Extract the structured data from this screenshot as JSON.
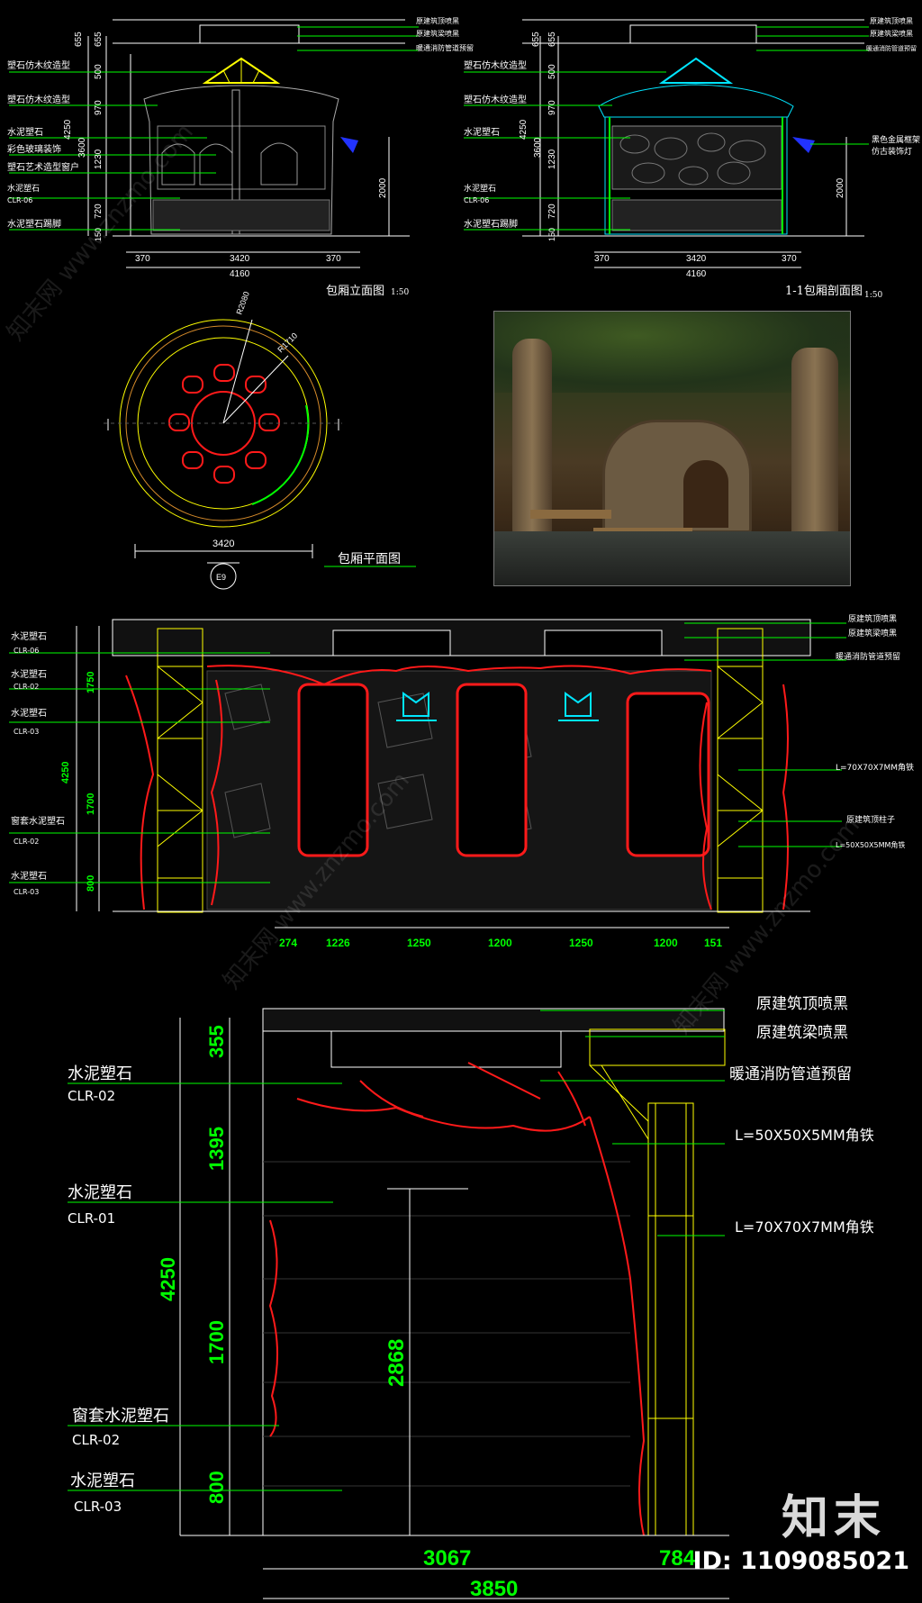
{
  "elev": {
    "title": "包厢立面图",
    "scale": "1:50",
    "right_labels": [
      "原建筑顶喷黑",
      "原建筑梁喷黑",
      "暖通消防管道预留"
    ],
    "left_labels": [
      "塑石仿木纹造型",
      "塑石仿木纹造型",
      "水泥塑石",
      "彩色玻璃装饰",
      "塑石艺术造型窗户",
      "水泥塑石",
      "CLR-06",
      "水泥塑石踢脚"
    ],
    "vdims": [
      "655",
      "655",
      "500",
      "970",
      "4250",
      "3600",
      "1230",
      "720",
      "150",
      "2000"
    ],
    "hdims": [
      "370",
      "3420",
      "370",
      "4160"
    ]
  },
  "section": {
    "title": "1-1包厢剖面图",
    "scale": "1:50",
    "right_labels": [
      "原建筑顶喷黑",
      "原建筑梁喷黑",
      "暖通消防管道预留"
    ],
    "left_labels": [
      "塑石仿木纹造型",
      "塑石仿木纹造型",
      "水泥塑石",
      "水泥塑石",
      "CLR-06",
      "水泥塑石踢脚"
    ],
    "side_labels": [
      "黑色金属框架",
      "仿古装饰灯"
    ],
    "vdims": [
      "655",
      "655",
      "500",
      "970",
      "4250",
      "3600",
      "1230",
      "720",
      "150",
      "2000"
    ],
    "hdims": [
      "370",
      "3420",
      "370",
      "4160"
    ]
  },
  "plan": {
    "title": "包厢平面图",
    "dims": [
      "3420"
    ],
    "radii": [
      "R2080",
      "R1710"
    ],
    "tag": "E9"
  },
  "wall": {
    "left_labels": [
      [
        "水泥塑石",
        "CLR-06"
      ],
      [
        "水泥塑石",
        "CLR-02"
      ],
      [
        "水泥塑石",
        "CLR-03"
      ],
      [
        "窗套水泥塑石",
        "CLR-02"
      ],
      [
        "水泥塑石",
        "CLR-03"
      ]
    ],
    "right_labels": [
      "原建筑顶喷黑",
      "原建筑梁喷黑",
      "暖通消防管道预留",
      "L=70X70X7MM角铁",
      "原建筑顶柱子",
      "L=50X50X5MM角铁"
    ],
    "vdims": [
      "1750",
      "4250",
      "1700",
      "800"
    ],
    "hdims": [
      "274",
      "1226",
      "1250",
      "1200",
      "1250",
      "1200",
      "151"
    ]
  },
  "detail": {
    "left_labels": [
      [
        "水泥塑石",
        "CLR-02"
      ],
      [
        "水泥塑石",
        "CLR-01"
      ],
      [
        "窗套水泥塑石",
        "CLR-02"
      ],
      [
        "水泥塑石",
        "CLR-03"
      ]
    ],
    "right_labels": [
      "原建筑顶喷黑",
      "原建筑梁喷黑",
      "暖通消防管道预留",
      "L=50X50X5MM角铁",
      "L=70X70X7MM角铁"
    ],
    "vdims": [
      "355",
      "1395",
      "4250",
      "1700",
      "800"
    ],
    "inner_dim": "2868",
    "hdims": [
      "3067",
      "784",
      "3850"
    ]
  },
  "watermark": "知末网 www.znzmo.com",
  "brand": "知末",
  "id_text": "ID: 1109085021",
  "colors": {
    "dim": "#00ff00",
    "line": "#ffffff",
    "red": "#ff1a1a",
    "yellow": "#ffff00",
    "cyan": "#00e5ff"
  }
}
